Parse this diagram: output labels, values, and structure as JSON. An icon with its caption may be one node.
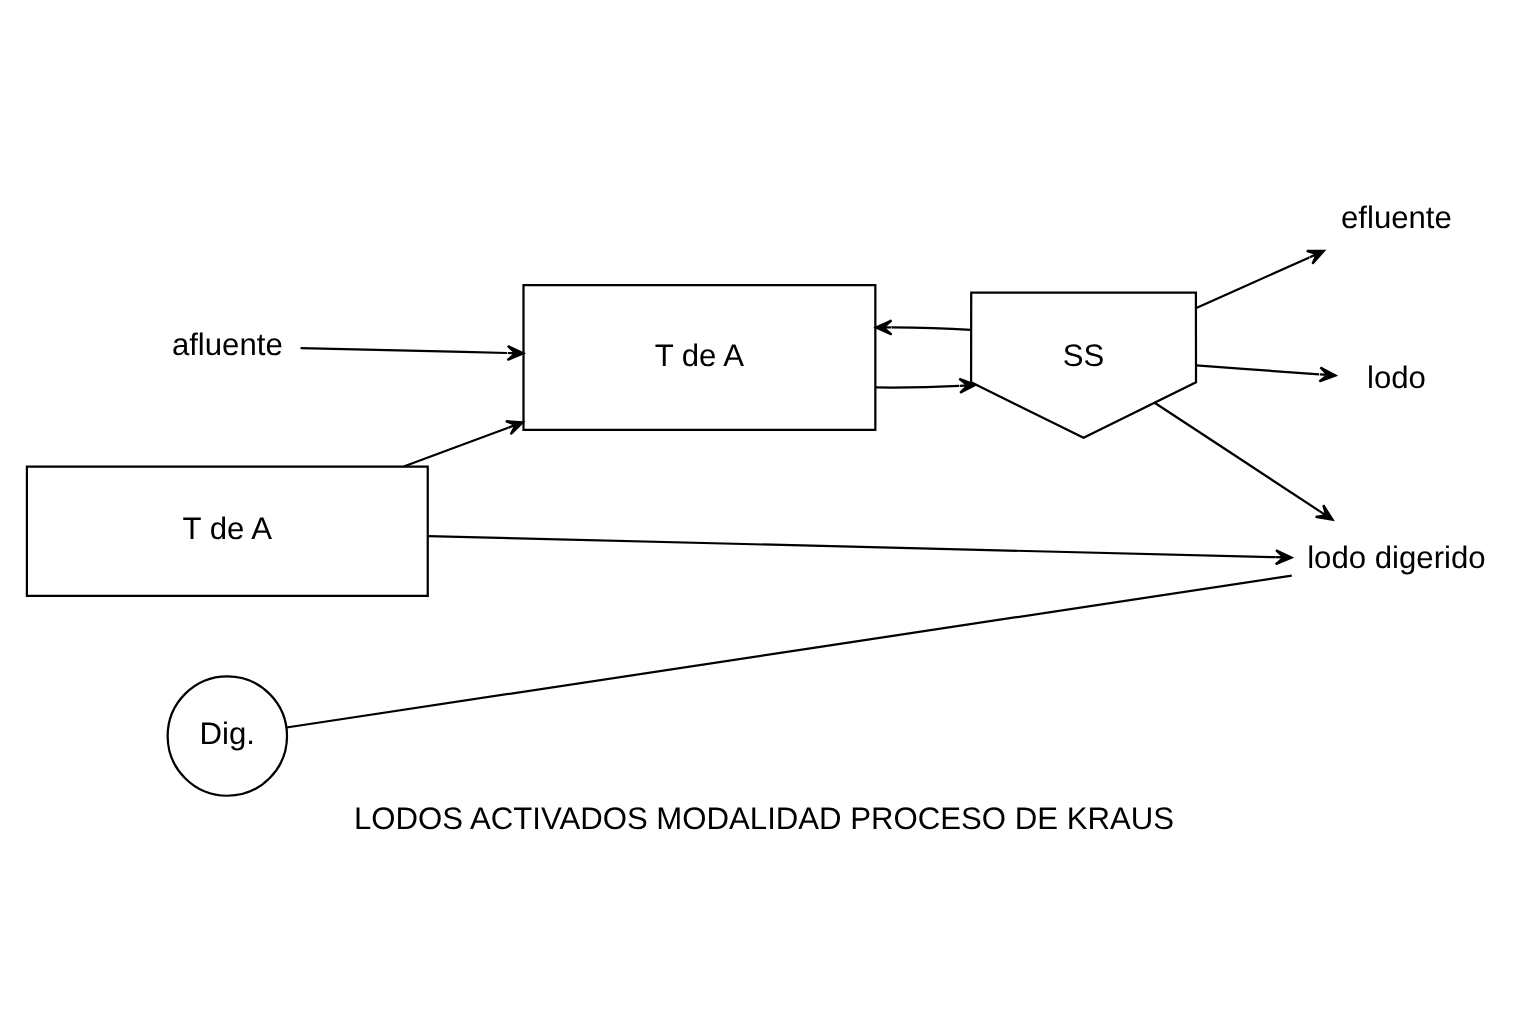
{
  "diagram": {
    "caption": "LODOS ACTIVADOS MODALIDAD PROCESO DE KRAUS",
    "nodes": [
      {
        "text": [
          "afluente"
        ]
      },
      {
        "text": [
          "T de A"
        ]
      },
      {
        "text": [
          "SS"
        ]
      },
      {
        "text": [
          "efluente"
        ]
      },
      {
        "text": [
          "lodo"
        ]
      },
      {
        "text": [
          "T de A"
        ]
      },
      {
        "text": [
          "Dig."
        ]
      },
      {
        "text": [
          "lodo digerido"
        ]
      }
    ],
    "edges": [
      {
        "from": 0,
        "to": 1,
        "arrow": "to"
      },
      {
        "from": 1,
        "to": 2,
        "arrow": "to"
      },
      {
        "from": 2,
        "to": 3,
        "arrow": "to"
      },
      {
        "from": 2,
        "to": 4,
        "arrow": "to"
      },
      {
        "from": 2,
        "to": 1,
        "arrow": "to"
      },
      {
        "from": 2,
        "to": 7,
        "arrow": "to"
      },
      {
        "from": 5,
        "to": 1,
        "arrow": "to"
      },
      {
        "from": 5,
        "to": 7,
        "arrow": "to"
      },
      {
        "from": 6,
        "to": 7,
        "arrow": "none"
      }
    ]
  }
}
